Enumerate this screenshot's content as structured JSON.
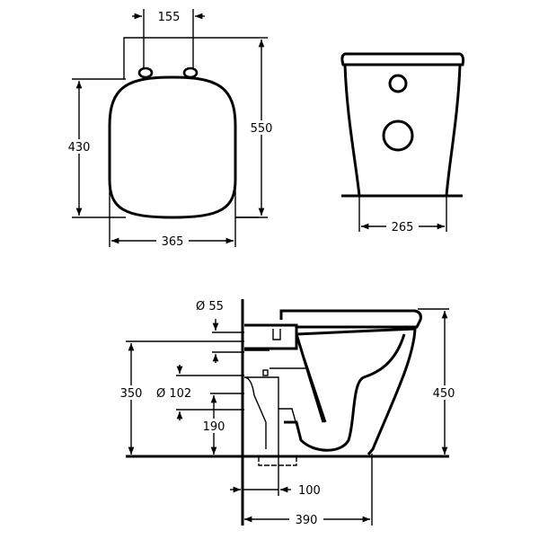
{
  "drawing": {
    "top_view": {
      "hinge_spacing": "155",
      "seat_length": "430",
      "overall_length": "550",
      "width": "365"
    },
    "rear_view": {
      "base_width": "265"
    },
    "side_view": {
      "inlet_diameter": "Ø 55",
      "inlet_height": "350",
      "outlet_diameter": "Ø 102",
      "outlet_height": "190",
      "overall_height": "450",
      "outlet_from_wall": "100",
      "projection": "390"
    },
    "line_color": "#000000",
    "background": "#ffffff"
  }
}
